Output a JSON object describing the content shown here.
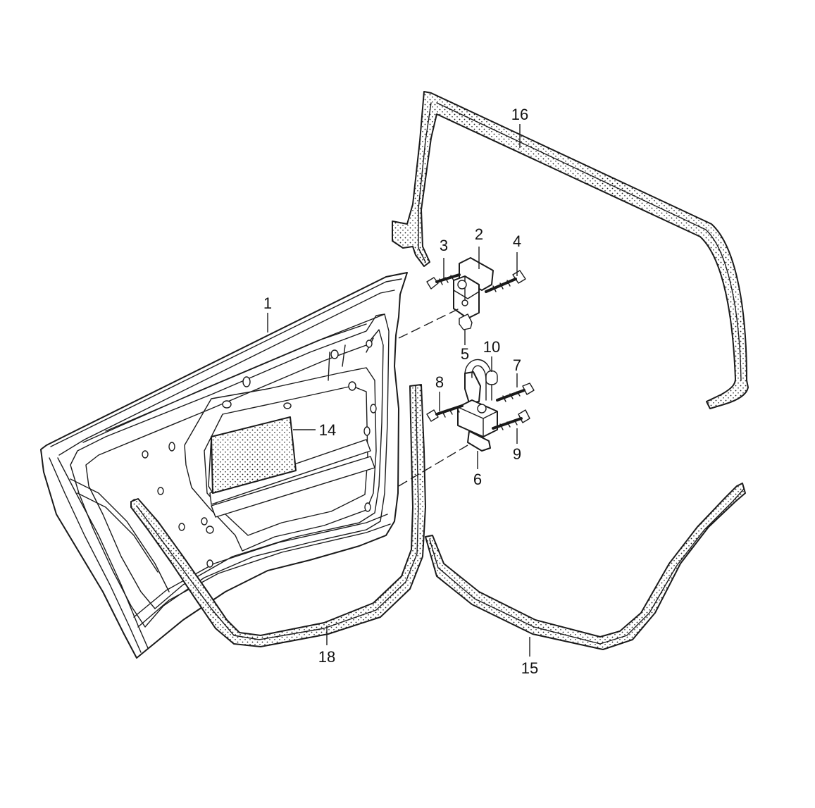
{
  "diagram": {
    "callouts": [
      {
        "id": "p1",
        "label": "1"
      },
      {
        "id": "p2",
        "label": "2"
      },
      {
        "id": "p3",
        "label": "3"
      },
      {
        "id": "p4",
        "label": "4"
      },
      {
        "id": "p5",
        "label": "5"
      },
      {
        "id": "p6",
        "label": "6"
      },
      {
        "id": "p7",
        "label": "7"
      },
      {
        "id": "p8",
        "label": "8"
      },
      {
        "id": "p9",
        "label": "9"
      },
      {
        "id": "p10",
        "label": "10"
      },
      {
        "id": "p14",
        "label": "14"
      },
      {
        "id": "p15",
        "label": "15"
      },
      {
        "id": "p16",
        "label": "16"
      },
      {
        "id": "p18",
        "label": "18"
      }
    ]
  },
  "colors": {
    "ink": "#1a1a1a",
    "background": "#ffffff"
  }
}
